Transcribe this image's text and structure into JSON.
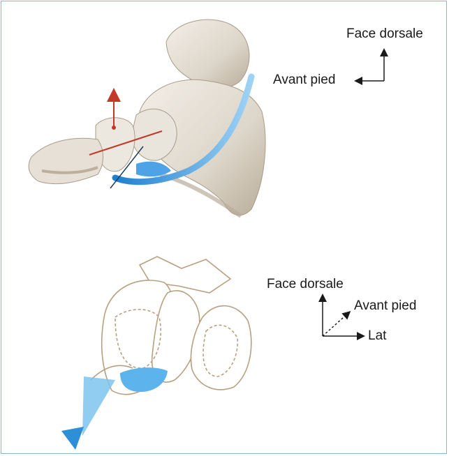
{
  "top_figure": {
    "orientation": {
      "vertical_label": "Face dorsale",
      "horizontal_label": "Avant pied"
    },
    "colors": {
      "bone": "#e4dfd6",
      "bone_shadow": "#b8ad9b",
      "tendon": "#5aa8e0",
      "axis_line": "#c0392b",
      "secondary_line": "#1f3b5a"
    }
  },
  "bottom_figure": {
    "orientation": {
      "vertical_label": "Face dorsale",
      "diagonal_label": "Avant pied",
      "horizontal_label": "Lat"
    },
    "colors": {
      "outline": "#b89f80",
      "tendon": "#5aa8e0"
    }
  }
}
